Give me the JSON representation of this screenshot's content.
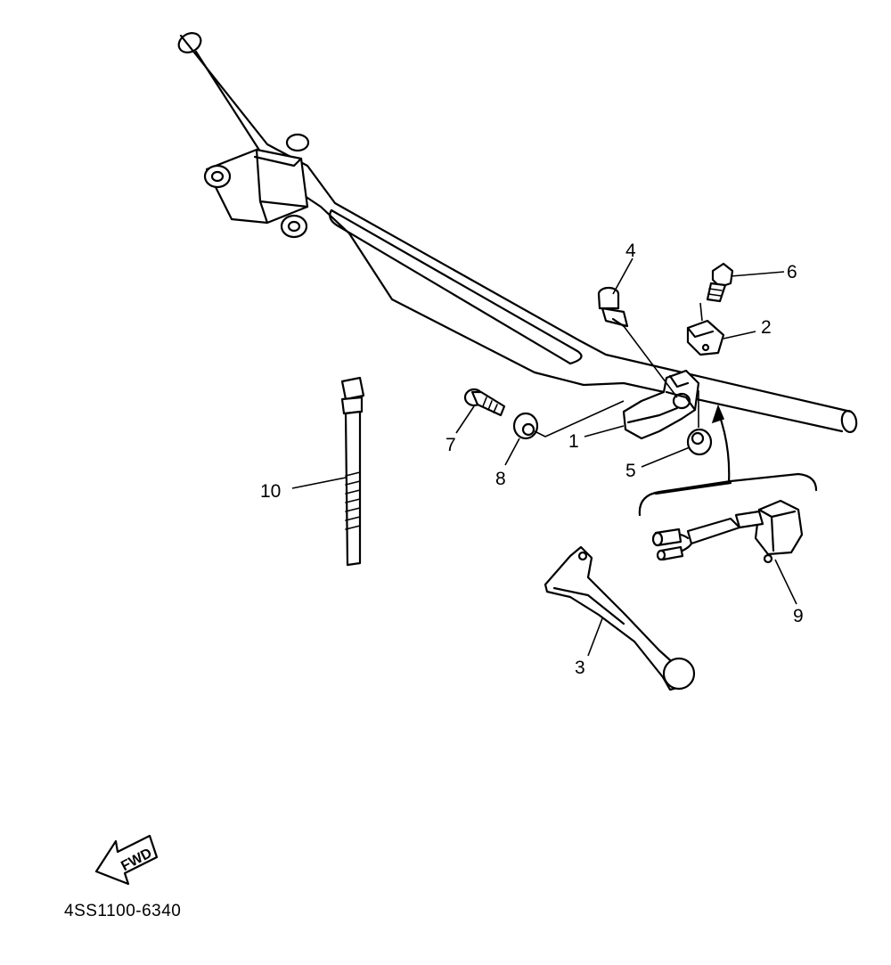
{
  "diagram": {
    "part_number": "4SS1100-6340",
    "fwd_label": "FWD",
    "callouts": [
      "1",
      "2",
      "3",
      "4",
      "5",
      "6",
      "7",
      "8",
      "9",
      "10"
    ],
    "colors": {
      "line": "#000000",
      "background": "#ffffff"
    }
  }
}
